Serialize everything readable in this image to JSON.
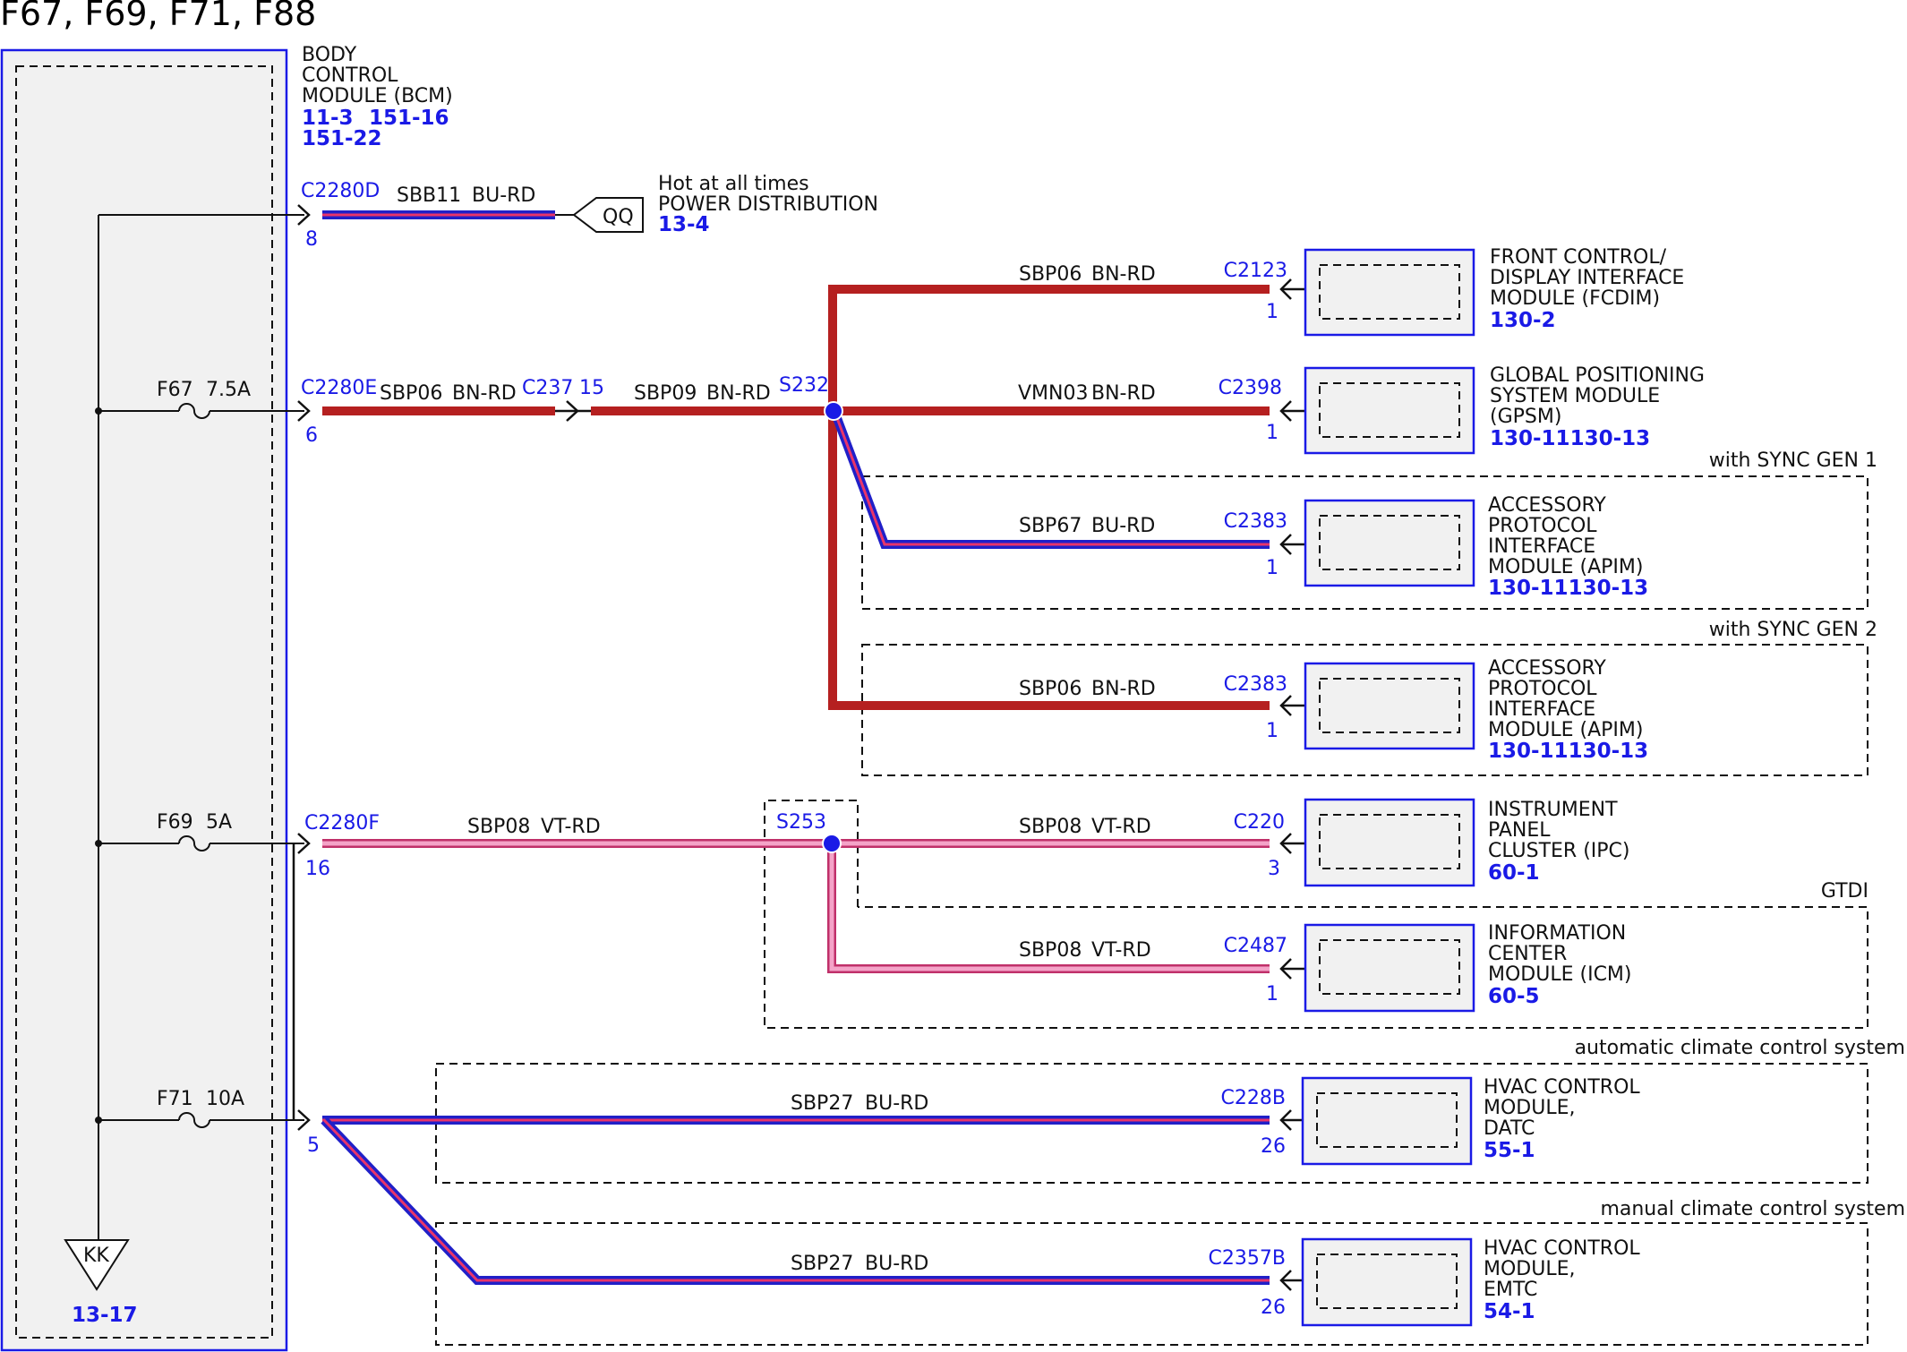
{
  "page_title": "F67, F69, F71, F88",
  "bcm": {
    "name_lines": [
      "BODY",
      "CONTROL",
      "MODULE (BCM)"
    ],
    "refs": [
      "11-3",
      "151-16",
      "151-22"
    ],
    "ground_label": "KK",
    "ground_ref": "13-17"
  },
  "colors": {
    "bu_rd_outer": "#2020c8",
    "bu_rd_inner": "#e8356a",
    "bn_rd": "#b52020",
    "vt_rd_outer": "#c0306a",
    "vt_rd_inner": "#f4a3c8",
    "splice": "#1a1ae6",
    "module_border": "#1a1ae6"
  },
  "fuses": [
    {
      "name": "F67",
      "rating": "7.5A"
    },
    {
      "name": "F69",
      "rating": "5A"
    },
    {
      "name": "F71",
      "rating": "10A"
    }
  ],
  "bcm_connectors": [
    {
      "id": "C2280D",
      "pin": "8"
    },
    {
      "id": "C2280E",
      "pin": "6"
    },
    {
      "id": "C2280F",
      "pin": "16"
    },
    {
      "pin": "5"
    }
  ],
  "inline_connector": {
    "id": "C237",
    "pin": "15"
  },
  "hot_source": {
    "tag": "QQ",
    "line1": "Hot at all times",
    "line2": "POWER DISTRIBUTION",
    "ref": "13-4"
  },
  "splices": [
    "S232",
    "S253"
  ],
  "wires": [
    {
      "circuit": "SBB11",
      "color": "BU-RD"
    },
    {
      "circuit": "SBP06",
      "color": "BN-RD"
    },
    {
      "circuit": "SBP09",
      "color": "BN-RD"
    },
    {
      "circuit": "SBP06",
      "color": "BN-RD"
    },
    {
      "circuit": "VMN03",
      "color": "BN-RD"
    },
    {
      "circuit": "SBP67",
      "color": "BU-RD"
    },
    {
      "circuit": "SBP06",
      "color": "BN-RD"
    },
    {
      "circuit": "SBP08",
      "color": "VT-RD"
    },
    {
      "circuit": "SBP08",
      "color": "VT-RD"
    },
    {
      "circuit": "SBP08",
      "color": "VT-RD"
    },
    {
      "circuit": "SBP27",
      "color": "BU-RD"
    },
    {
      "circuit": "SBP27",
      "color": "BU-RD"
    }
  ],
  "options": [
    "with SYNC GEN 1",
    "with SYNC GEN 2",
    "GTDI",
    "automatic climate control system",
    "manual climate control system"
  ],
  "modules": [
    {
      "connector": "C2123",
      "pin": "1",
      "lines": [
        "FRONT CONTROL/",
        "DISPLAY INTERFACE",
        "MODULE (FCDIM)"
      ],
      "refs": "130-2"
    },
    {
      "connector": "C2398",
      "pin": "1",
      "lines": [
        "GLOBAL POSITIONING",
        "SYSTEM MODULE",
        "(GPSM)"
      ],
      "refs": "130-11130-13"
    },
    {
      "connector": "C2383",
      "pin": "1",
      "lines": [
        "ACCESSORY",
        "PROTOCOL",
        "INTERFACE",
        "MODULE (APIM)"
      ],
      "refs": "130-11130-13"
    },
    {
      "connector": "C2383",
      "pin": "1",
      "lines": [
        "ACCESSORY",
        "PROTOCOL",
        "INTERFACE",
        "MODULE (APIM)"
      ],
      "refs": "130-11130-13"
    },
    {
      "connector": "C220",
      "pin": "3",
      "lines": [
        "INSTRUMENT",
        "PANEL",
        "CLUSTER (IPC)"
      ],
      "refs": "60-1"
    },
    {
      "connector": "C2487",
      "pin": "1",
      "lines": [
        "INFORMATION",
        "CENTER",
        "MODULE (ICM)"
      ],
      "refs": "60-5"
    },
    {
      "connector": "C228B",
      "pin": "26",
      "lines": [
        "HVAC CONTROL",
        "MODULE,",
        "DATC"
      ],
      "refs": "55-1"
    },
    {
      "connector": "C2357B",
      "pin": "26",
      "lines": [
        "HVAC CONTROL",
        "MODULE,",
        "EMTC"
      ],
      "refs": "54-1"
    }
  ]
}
